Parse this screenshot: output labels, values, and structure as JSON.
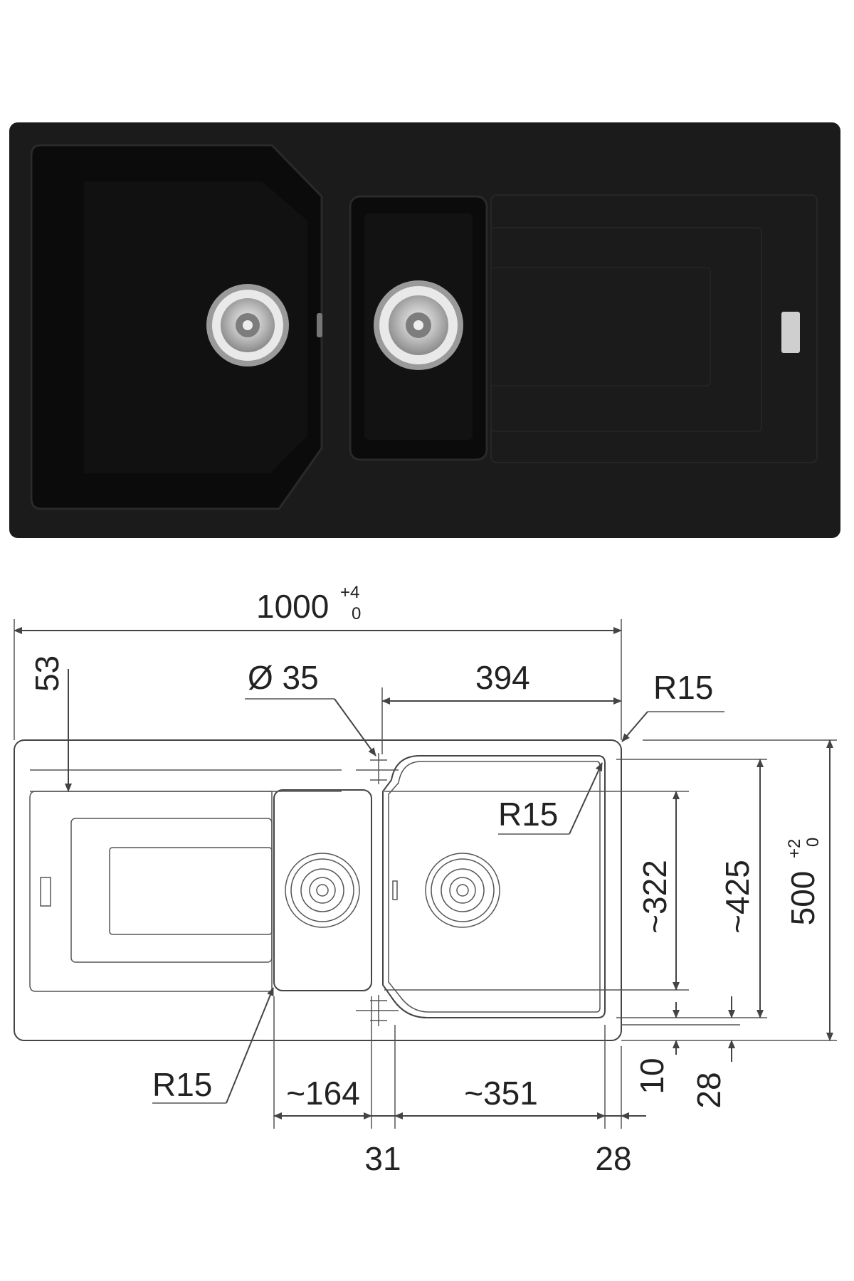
{
  "product": {
    "name": "",
    "colors": {
      "body": "#1b1b1b",
      "bowl": "#0c0c0c",
      "edge": "#262626",
      "metal": "#c8c8c8",
      "line": "#444444"
    },
    "icons": [
      "main-bowl-strainer-icon",
      "prep-bowl-strainer-icon",
      "overflow-icon",
      "brand-plate-icon"
    ]
  },
  "drawing": {
    "overall_width": {
      "value": "1000",
      "tol_upper": "+4",
      "tol_lower": "0"
    },
    "overall_depth": {
      "value": "500",
      "tol_upper": "+2",
      "tol_lower": "0"
    },
    "tap_hole": "Ø 35",
    "drainer_offset": "53",
    "bowl_block_width": "394",
    "radius_outer": "R15",
    "radius_bowl": "R15",
    "radius_prep": "R15",
    "bowl_depth": "~322",
    "bowl_outer_depth": "~425",
    "bottom_10": "10",
    "bottom_28": "28",
    "prep_width": "~164",
    "main_width": "~351",
    "between_bowls": "31",
    "right_edge": "28"
  }
}
